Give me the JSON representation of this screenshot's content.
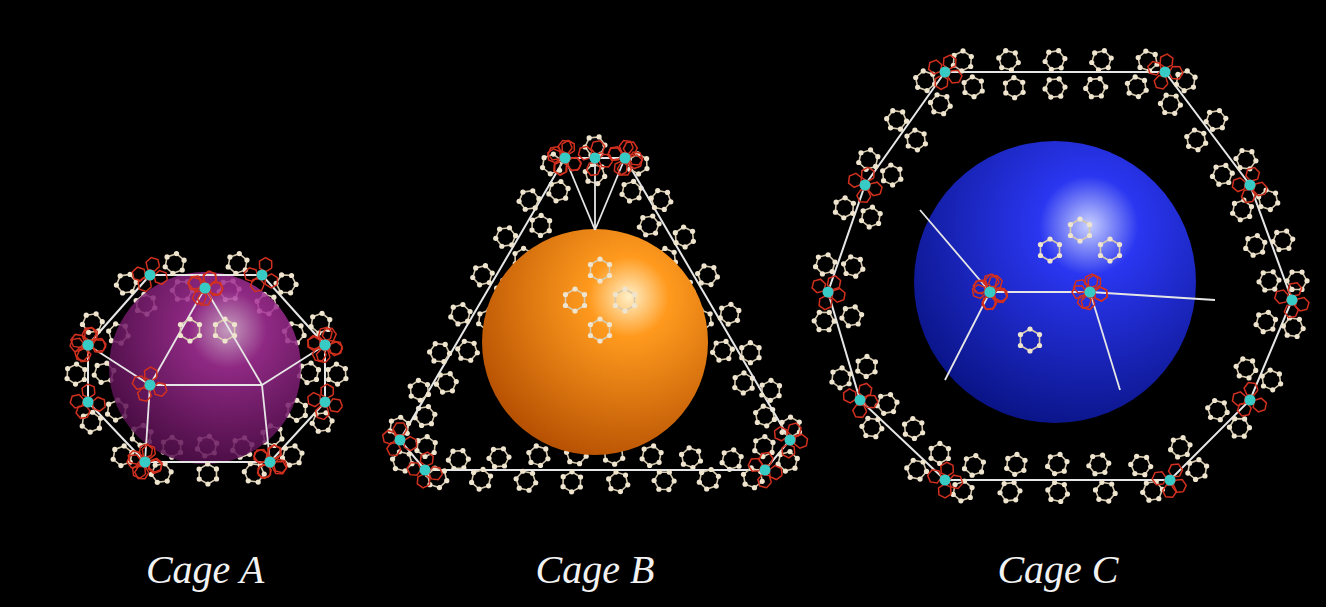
{
  "diagram": {
    "labels": [
      "Cage A",
      "Cage B",
      "Cage C"
    ]
  }
}
